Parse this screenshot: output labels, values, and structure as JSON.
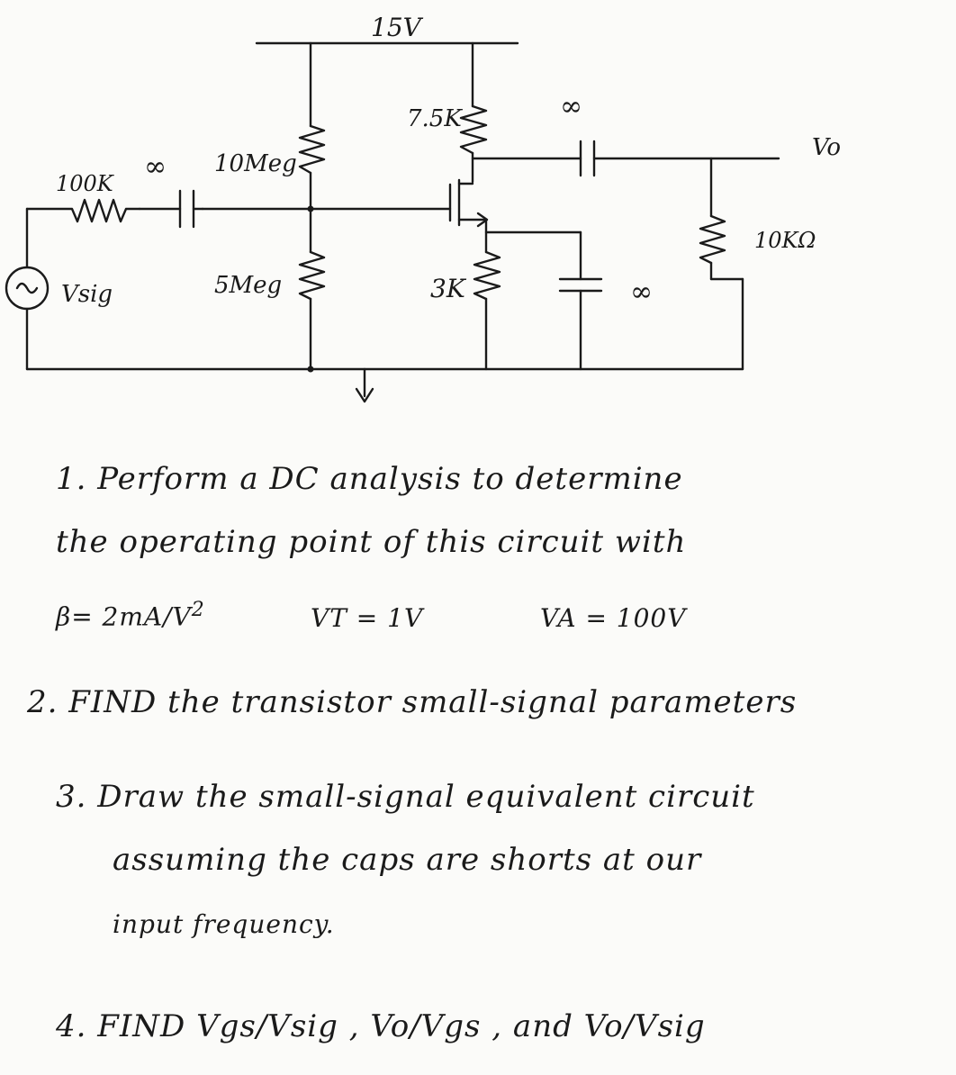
{
  "circuit": {
    "supply_label": "15V",
    "rd_label": "7.5K",
    "r1_label": "10Meg",
    "r2_label": "5Meg",
    "rs_label": "3K",
    "rsig_label": "100K",
    "rl_label": "10KΩ",
    "cin_label": "∞",
    "cout_label": "∞",
    "cs_label": "∞",
    "source_label": "Vsig",
    "output_label": "Vo"
  },
  "questions": {
    "q1": {
      "line1": "1. Perform a DC analysis to determine",
      "line2": "the operating point of this circuit with",
      "beta": "β= 2mA/V",
      "beta_exp": "2",
      "vt": "VT = 1V",
      "va": "VA = 100V"
    },
    "q2": {
      "text": "2. FIND the transistor small-signal parameters"
    },
    "q3": {
      "line1": "3. Draw the small-signal equivalent circuit",
      "line2": "assuming the caps are shorts at our",
      "line3": "input frequency."
    },
    "q4": {
      "text": "4. FIND Vgs/Vsig , Vo/Vgs , and Vo/Vsig"
    }
  }
}
